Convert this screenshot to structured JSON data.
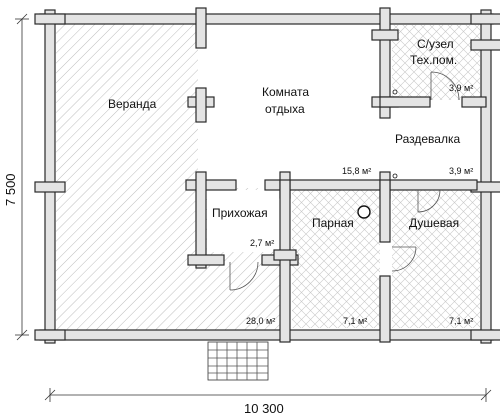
{
  "rooms": {
    "veranda": "Веранда",
    "lounge_line1": "Комната",
    "lounge_line2": "отдыха",
    "wc_line1": "С/узел",
    "wc_line2": "Тех.пом.",
    "changing": "Раздевалка",
    "hall": "Прихожая",
    "sauna": "Парная",
    "shower": "Душевая"
  },
  "areas": {
    "wc": "3,9 м²",
    "lounge": "15,8 м²",
    "changing": "3,9 м²",
    "hall": "2,7 м²",
    "veranda": "28,0 м²",
    "sauna": "7,1 м²",
    "shower": "7,1 м²"
  },
  "dimensions": {
    "width": "10 300",
    "height": "7 500"
  }
}
